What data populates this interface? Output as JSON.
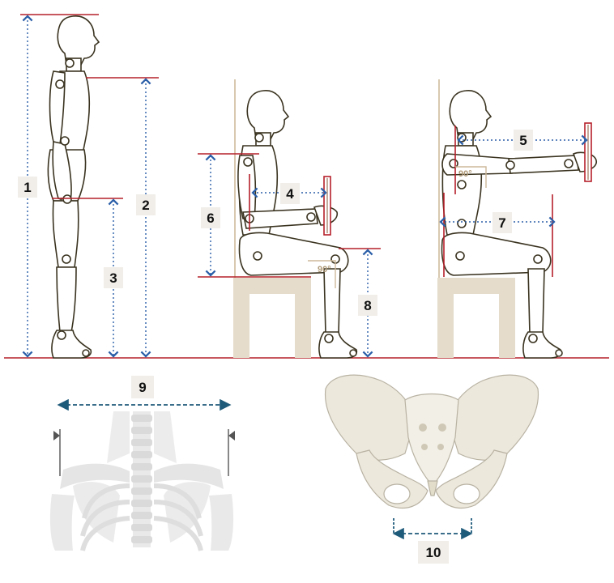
{
  "labels": {
    "m1": "1",
    "m2": "2",
    "m3": "3",
    "m4": "4",
    "m5": "5",
    "m6": "6",
    "m7": "7",
    "m8": "8",
    "m9": "9",
    "m10": "10",
    "angle_knee": "90°",
    "angle_elbow": "90°"
  },
  "colors": {
    "limit_line": "#b5202a",
    "arrow": "#2b5fa8",
    "dashed_arrow": "#1e5a7a",
    "figure_stroke": "#3a3320",
    "chair": "#e5dccb",
    "wall": "#d8c9b0",
    "skeleton": "#d0d0d0",
    "pelvis": "#ece8dc"
  }
}
